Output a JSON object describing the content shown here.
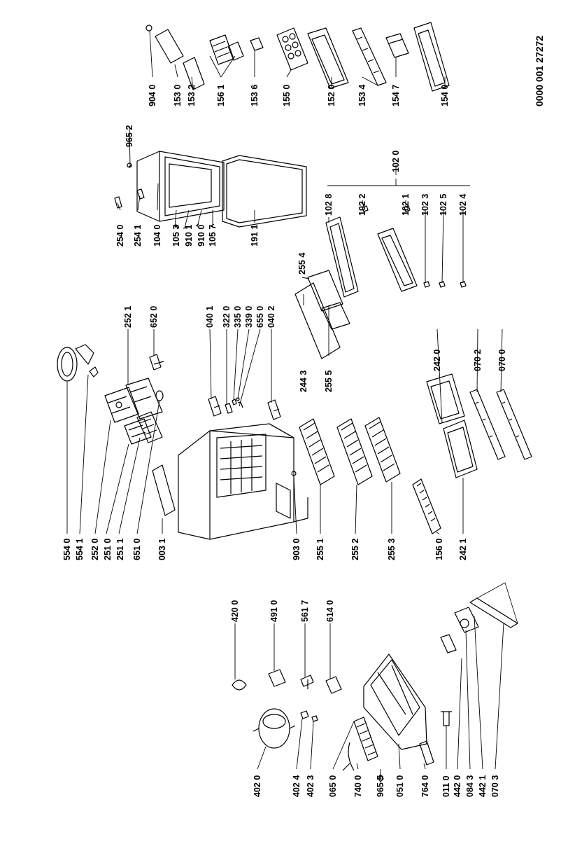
{
  "drawing": {
    "doc_number": "0000 001 27272",
    "background": "#ffffff",
    "ink": "#000000",
    "part_labels": [
      "554 0",
      "554 1",
      "252 0",
      "251 0",
      "251 1",
      "651 0",
      "003 1",
      "903 0",
      "255 1",
      "255 2",
      "255 3",
      "156 0",
      "242 1",
      "402 0",
      "402 4",
      "402 3",
      "065 0",
      "740 0",
      "965 5",
      "051 0",
      "764 0",
      "011 0",
      "442 0",
      "084 3",
      "442 1",
      "070 3",
      "420 0",
      "491 0",
      "561 7",
      "614 0",
      "252 1",
      "652 0",
      "040 1",
      "322 0",
      "335 0",
      "339 0",
      "655 0",
      "040 2",
      "244 3",
      "255 5",
      "255 4",
      "242 0",
      "070 2",
      "070 0",
      "254 0",
      "254 1",
      "104 0",
      "105 3",
      "910 1",
      "910 0",
      "105 7",
      "191 1",
      "102 8",
      "102 2",
      "102 1",
      "102 3",
      "102 5",
      "102 4",
      "102 0",
      "965 2",
      "904 0",
      "153 0",
      "153 2",
      "156 1",
      "153 6",
      "155 0",
      "152 0",
      "153 4",
      "154 7",
      "154 0"
    ]
  }
}
